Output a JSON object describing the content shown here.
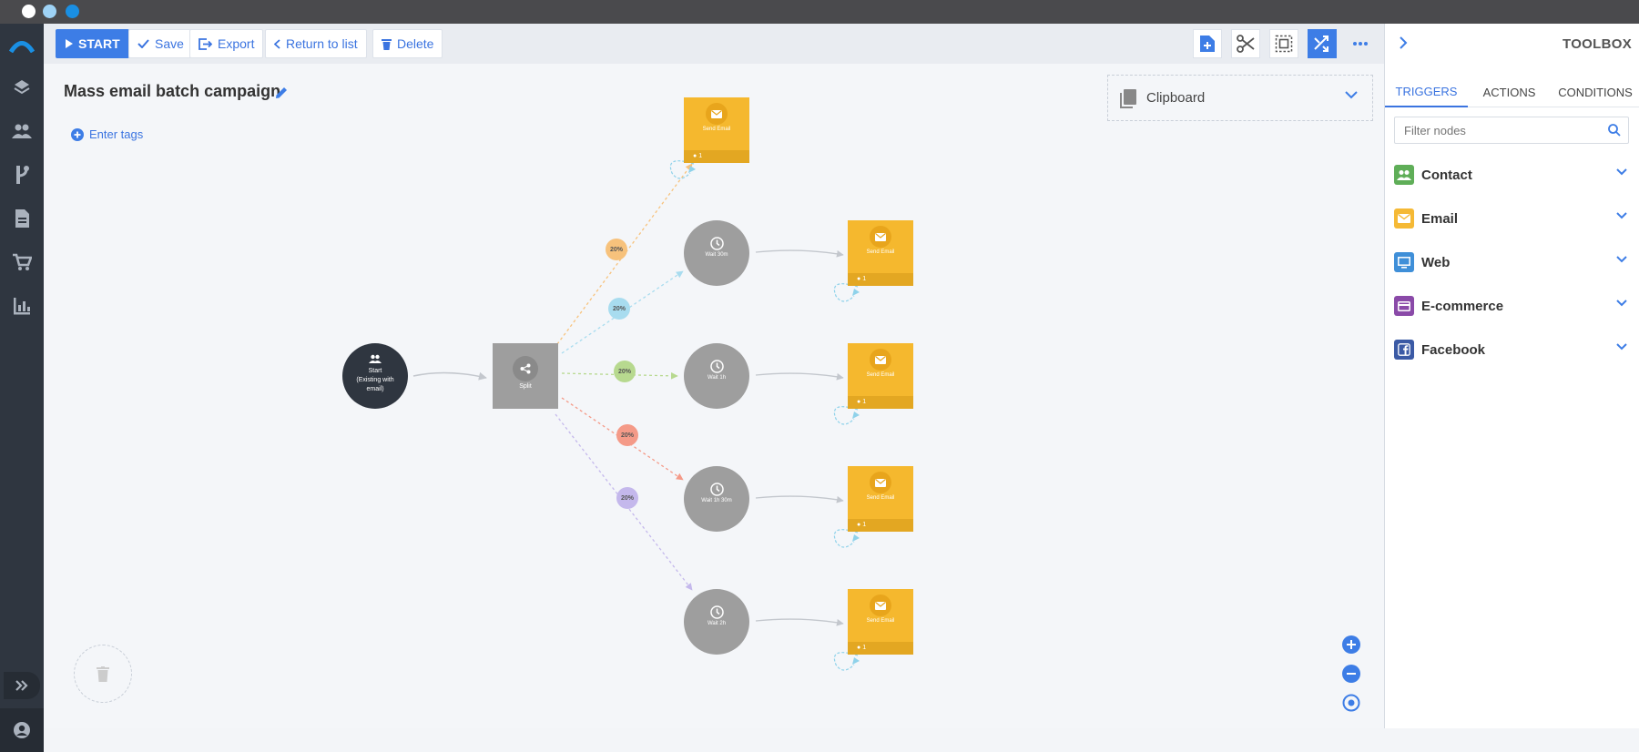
{
  "window": {
    "dots": [
      "#ffffff",
      "#9ed2f5",
      "#1a8fe3"
    ]
  },
  "toolbar": {
    "start_label": "START",
    "save_label": "Save",
    "export_label": "Export",
    "return_label": "Return to list",
    "delete_label": "Delete"
  },
  "campaign": {
    "title": "Mass email batch campaign",
    "tags_label": "Enter tags"
  },
  "clipboard": {
    "label": "Clipboard"
  },
  "flow": {
    "start_node": {
      "line1": "Start",
      "line2": "(Existing with",
      "line3": "email)"
    },
    "split_node": {
      "label": "Split"
    },
    "branches": [
      {
        "percent": "20%",
        "color": "#f7c27c"
      },
      {
        "percent": "20%",
        "color": "#a8dcef"
      },
      {
        "percent": "20%",
        "color": "#b7d98f"
      },
      {
        "percent": "20%",
        "color": "#f49a88"
      },
      {
        "percent": "20%",
        "color": "#c4b8ec"
      }
    ],
    "wait_nodes": [
      {
        "label": "Wait 30m"
      },
      {
        "label": "Wait 1h"
      },
      {
        "label": "Wait 1h 30m"
      },
      {
        "label": "Wait 2h"
      }
    ],
    "email_nodes": [
      {
        "label": "Send Email",
        "count": "1"
      },
      {
        "label": "Send Email",
        "count": "1"
      },
      {
        "label": "Send Email",
        "count": "1"
      },
      {
        "label": "Send Email",
        "count": "1"
      },
      {
        "label": "Send Email",
        "count": "1"
      }
    ]
  },
  "toolbox": {
    "title": "TOOLBOX",
    "tabs": [
      "TRIGGERS",
      "ACTIONS",
      "CONDITIONS"
    ],
    "active_tab": "TRIGGERS",
    "filter_placeholder": "Filter nodes",
    "categories": [
      {
        "label": "Contact",
        "color": "#5fae58",
        "icon": "contacts-icon"
      },
      {
        "label": "Email",
        "color": "#f5b935",
        "icon": "email-icon"
      },
      {
        "label": "Web",
        "color": "#3f8fd8",
        "icon": "monitor-icon"
      },
      {
        "label": "E-commerce",
        "color": "#8a4aa8",
        "icon": "card-icon"
      },
      {
        "label": "Facebook",
        "color": "#3b5aa5",
        "icon": "facebook-icon"
      }
    ]
  },
  "colors": {
    "accent": "#3d7de6",
    "sidebar": "#2f3640",
    "email_node": "#f5b82e",
    "wait_node": "#9e9e9e",
    "start_node": "#2f3640"
  }
}
